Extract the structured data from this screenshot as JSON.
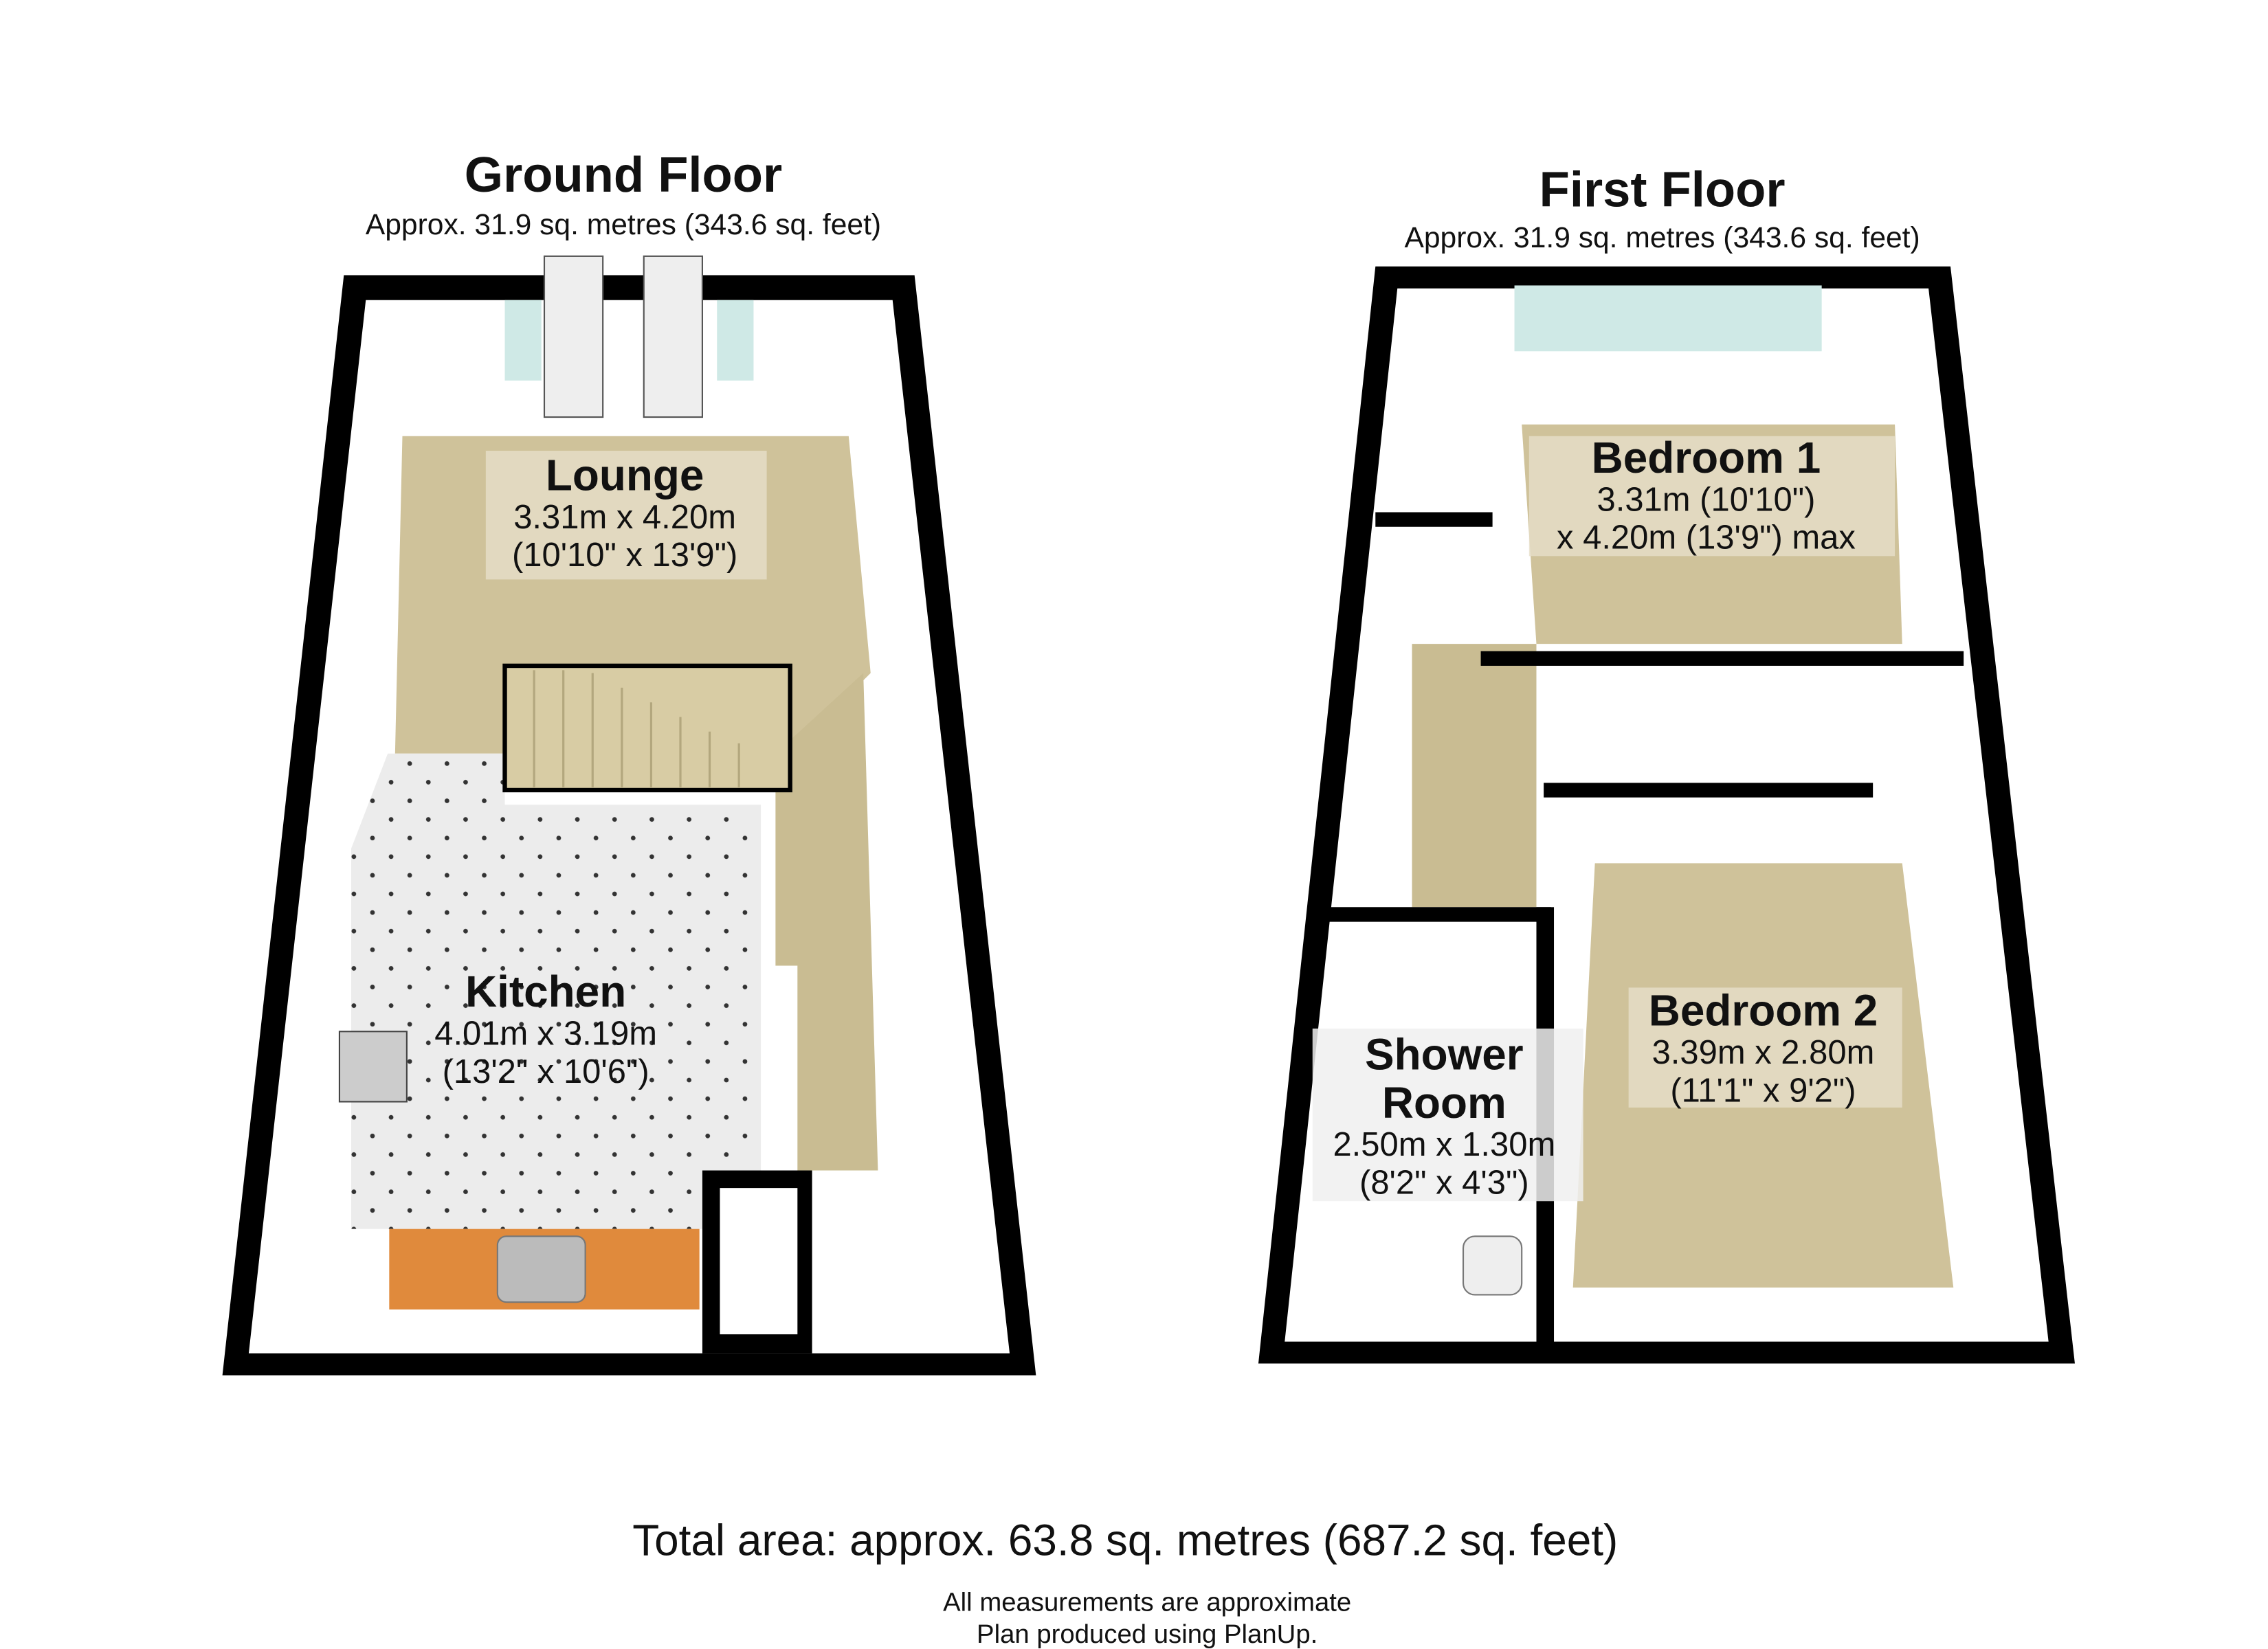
{
  "ground_floor": {
    "title": "Ground Floor",
    "area": "Approx. 31.9 sq. metres (343.6 sq. feet)",
    "rooms": [
      {
        "name": "Lounge",
        "dims_m": "3.31m x 4.20m",
        "dims_ft": "(10'10\" x 13'9\")"
      },
      {
        "name": "Kitchen",
        "dims_m": "4.01m x 3.19m",
        "dims_ft": "(13'2\" x 10'6\")"
      }
    ]
  },
  "first_floor": {
    "title": "First Floor",
    "area": "Approx. 31.9 sq. metres (343.6 sq. feet)",
    "rooms": [
      {
        "name": "Bedroom 1",
        "dims_m": "3.31m (10'10\")",
        "dims_ft": "x 4.20m (13'9\") max"
      },
      {
        "name": "Bedroom 2",
        "dims_m": "3.39m x 2.80m",
        "dims_ft": "(11'1\" x 9'2\")"
      },
      {
        "name_line1": "Shower",
        "name_line2": "Room",
        "dims_m": "2.50m x 1.30m",
        "dims_ft": "(8'2\" x 4'3\")"
      }
    ]
  },
  "footer": {
    "total": "Total area: approx. 63.8 sq. metres (687.2 sq. feet)",
    "note1": "All measurements are approximate",
    "note2": "Plan produced using PlanUp."
  },
  "colors": {
    "wall": "#000000",
    "carpet": "#cfc29a",
    "tile": "#e6e6e6",
    "worktop": "#e08a3c"
  }
}
